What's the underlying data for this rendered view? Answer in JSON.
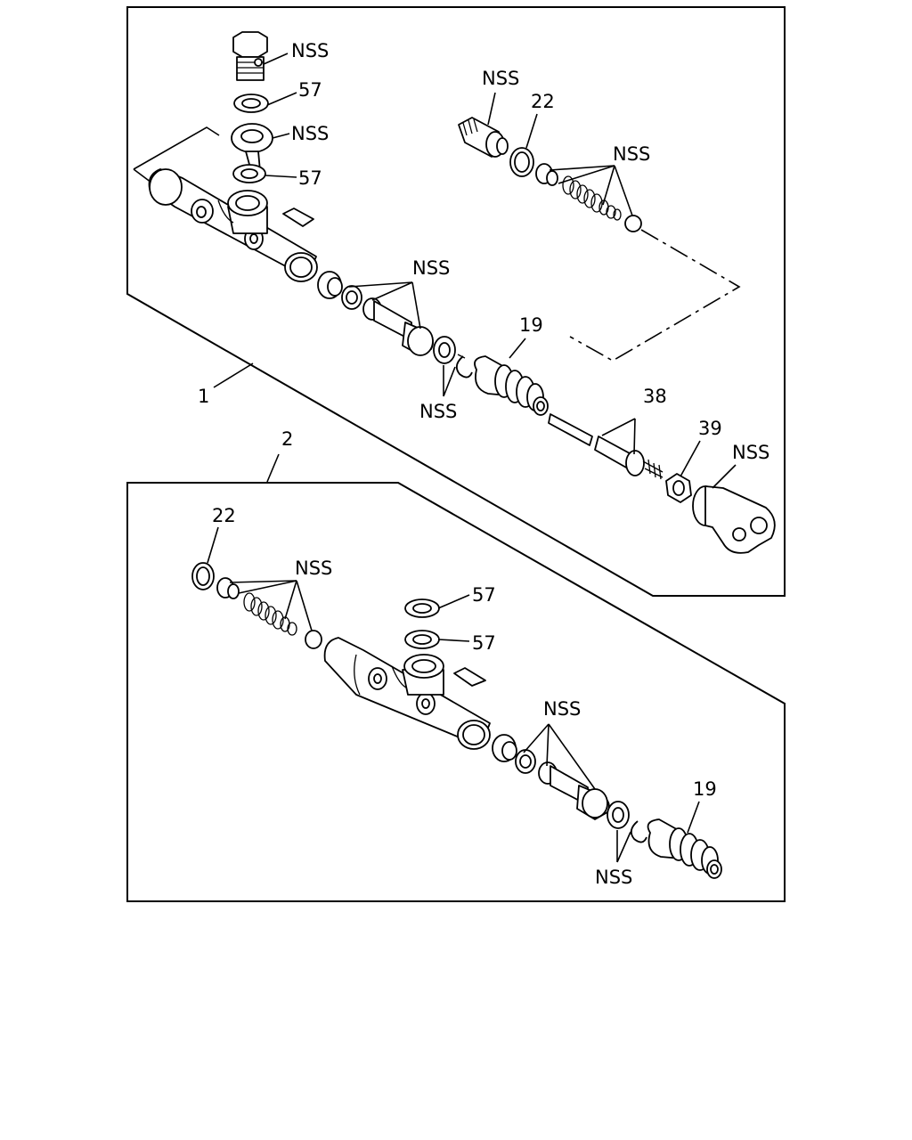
{
  "diagram": {
    "callouts": {
      "assembly_1": "1",
      "assembly_2": "2",
      "a_bolt": "NSS",
      "a_washer_top": "57",
      "a_eye_fitting": "NSS",
      "a_washer_bottom": "57",
      "a_bleeder": "NSS",
      "a_oring": "22",
      "a_spring_group": "NSS",
      "a_piston_group": "NSS",
      "a_boot": "19",
      "a_snap_ring_group": "NSS",
      "a_pushrod": "38",
      "a_nut": "39",
      "a_clevis": "NSS",
      "b_oring": "22",
      "b_spring_group": "NSS",
      "b_washer_top": "57",
      "b_washer_bottom": "57",
      "b_piston_group": "NSS",
      "b_boot": "19",
      "b_snap_ring_group": "NSS"
    }
  }
}
